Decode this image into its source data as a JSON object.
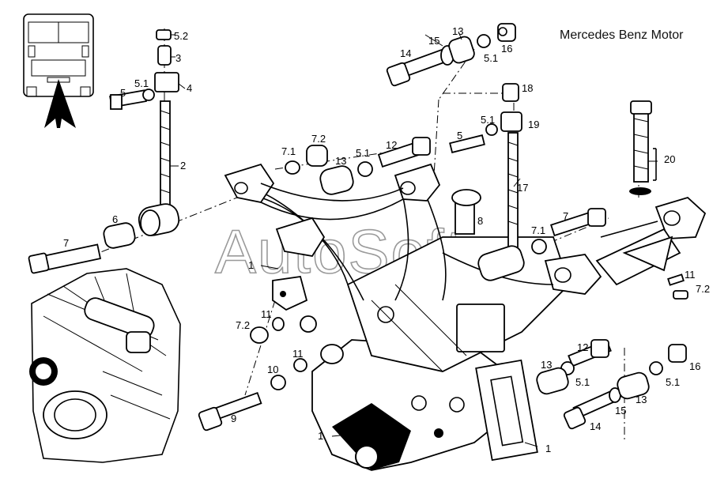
{
  "title": "Mercedes Benz Motor",
  "watermark": "AutoSoft",
  "callouts": {
    "c1a": "1",
    "c1b": "1",
    "c1c": "1",
    "c2": "2",
    "c3": "3",
    "c4": "4",
    "c5a": "5",
    "c5b": "5",
    "c51a": "5.1",
    "c51b": "5.1",
    "c51c": "5.1",
    "c51d": "5.1",
    "c51e": "5.1",
    "c51f": "5.1",
    "c52": "5.2",
    "c6": "6",
    "c7a": "7",
    "c7b": "7",
    "c71a": "7.1",
    "c71b": "7.1",
    "c72a": "7.2",
    "c72b": "7.2",
    "c72c": "7.2",
    "c8": "8",
    "c9": "9",
    "c10": "10",
    "c11a": "11",
    "c11b": "11",
    "c11c": "11",
    "c12a": "12",
    "c12b": "12",
    "c13a": "13",
    "c13b": "13",
    "c13c": "13",
    "c13d": "13",
    "c14a": "14",
    "c14b": "14",
    "c15a": "15",
    "c15b": "15",
    "c16a": "16",
    "c16b": "16",
    "c17": "17",
    "c18": "18",
    "c19": "19",
    "c20": "20"
  }
}
